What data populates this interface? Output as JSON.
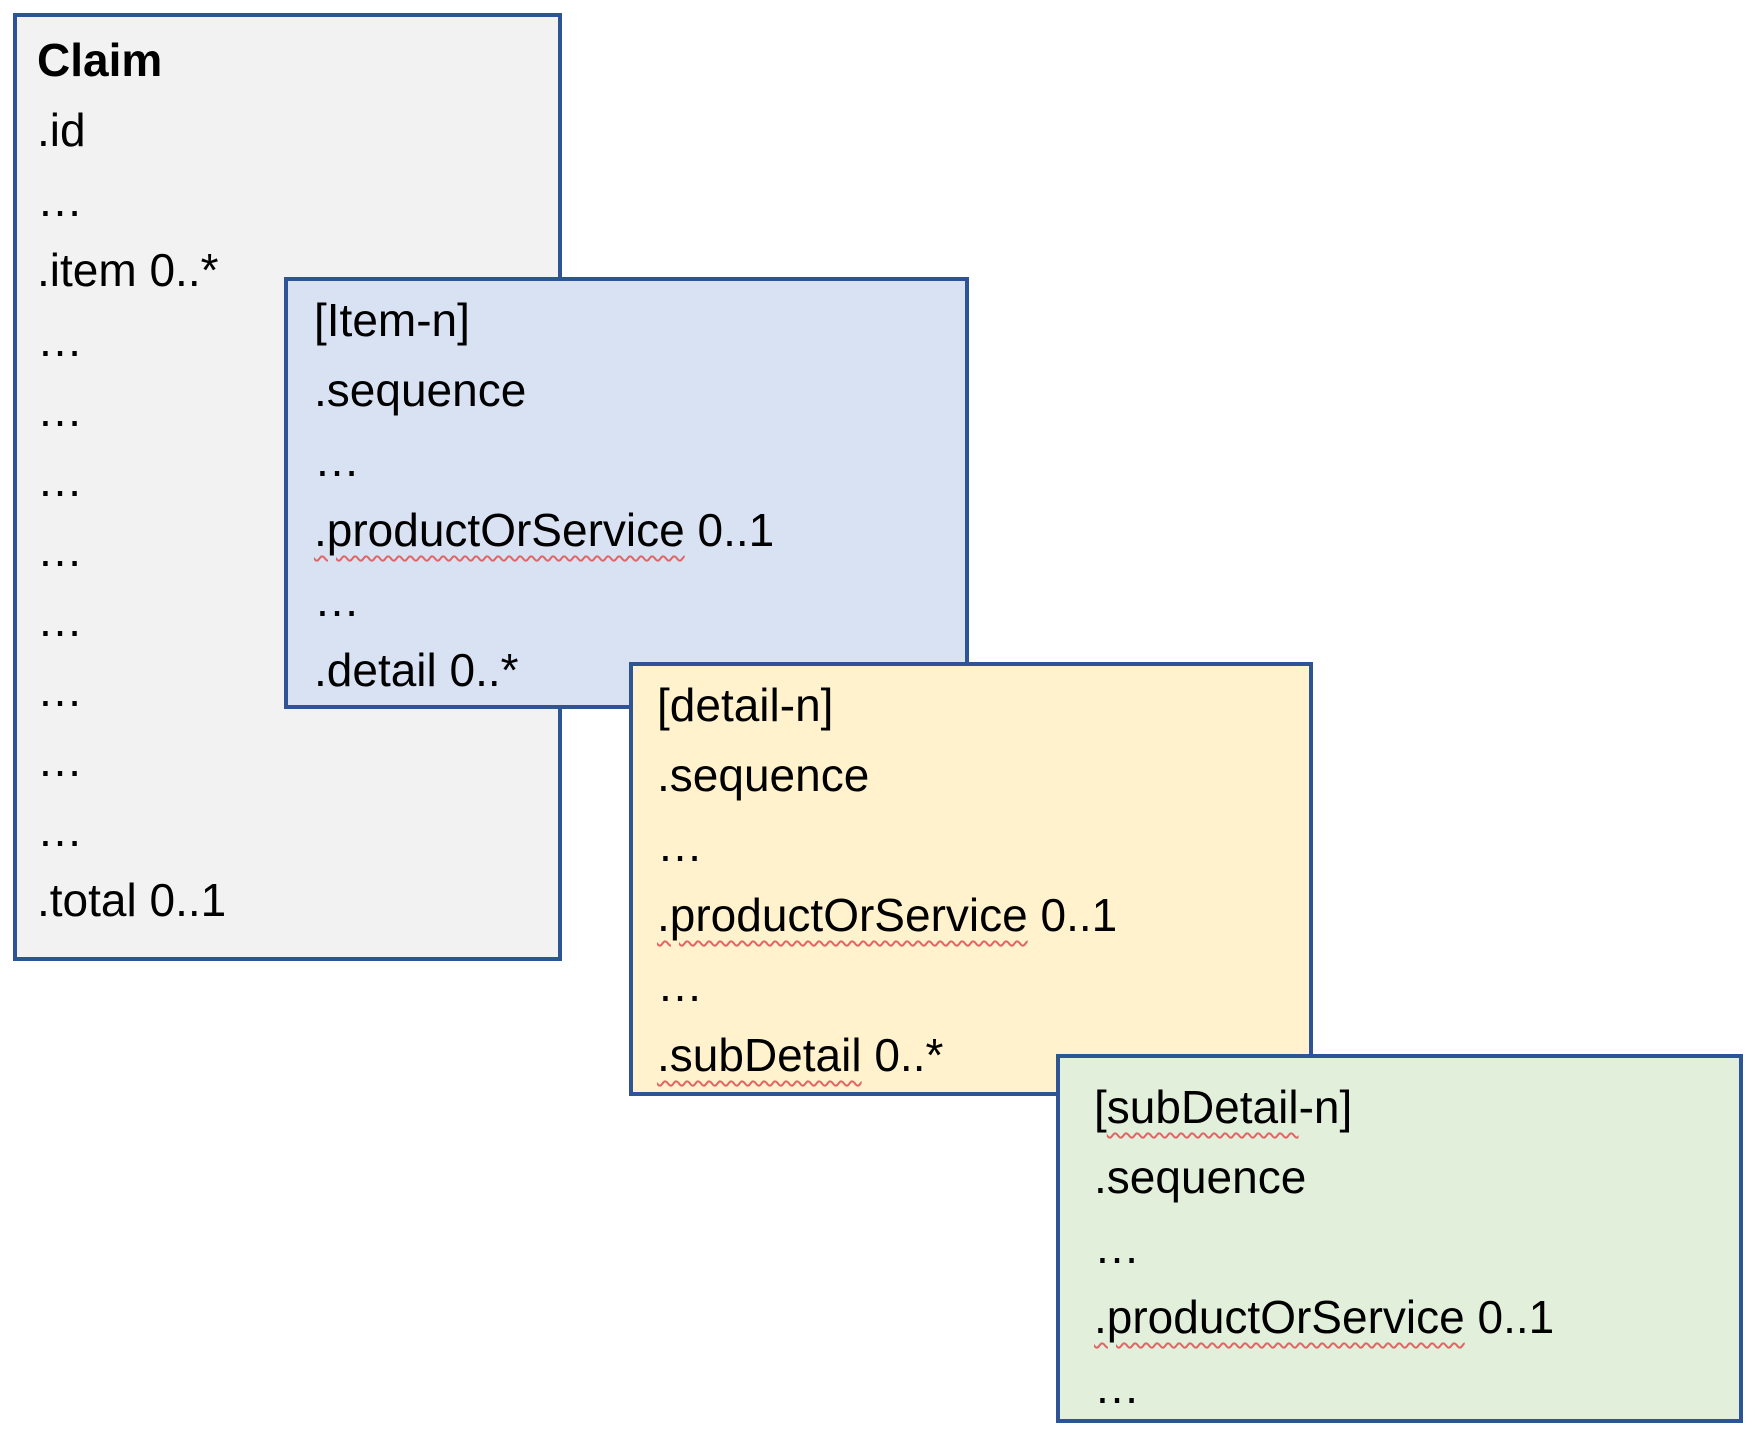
{
  "diagram": {
    "title": "Claim resource item nesting structure",
    "colors": {
      "background": "#FFFFFF",
      "border": "#2F5496",
      "text": "#000000",
      "squiggle": "#E06666",
      "claim_fill": "#F2F2F2",
      "item_fill": "#D9E2F3",
      "detail_fill": "#FFF2CC",
      "subdetail_fill": "#E2EFDA"
    },
    "boxes": {
      "claim": {
        "name": "Claim",
        "lines": [
          {
            "pre": "Claim",
            "squiggle": "",
            "post": ""
          },
          {
            "pre": ".id",
            "squiggle": "",
            "post": ""
          },
          {
            "pre": "…",
            "squiggle": "",
            "post": ""
          },
          {
            "pre": ".item 0..*",
            "squiggle": "",
            "post": ""
          },
          {
            "pre": "…",
            "squiggle": "",
            "post": ""
          },
          {
            "pre": "…",
            "squiggle": "",
            "post": ""
          },
          {
            "pre": "…",
            "squiggle": "",
            "post": ""
          },
          {
            "pre": "…",
            "squiggle": "",
            "post": ""
          },
          {
            "pre": "…",
            "squiggle": "",
            "post": ""
          },
          {
            "pre": "…",
            "squiggle": "",
            "post": ""
          },
          {
            "pre": "…",
            "squiggle": "",
            "post": ""
          },
          {
            "pre": "…",
            "squiggle": "",
            "post": ""
          },
          {
            "pre": ".total 0..1",
            "squiggle": "",
            "post": ""
          }
        ]
      },
      "item": {
        "name": "[Item-n]",
        "lines": [
          {
            "pre": "[Item-n]",
            "squiggle": "",
            "post": ""
          },
          {
            "pre": ".sequence",
            "squiggle": "",
            "post": ""
          },
          {
            "pre": "…",
            "squiggle": "",
            "post": ""
          },
          {
            "pre": "",
            "squiggle": ".productOrService",
            "post": " 0..1"
          },
          {
            "pre": "…",
            "squiggle": "",
            "post": ""
          },
          {
            "pre": ".detail 0..*",
            "squiggle": "",
            "post": ""
          }
        ]
      },
      "detail": {
        "name": "[detail-n]",
        "lines": [
          {
            "pre": "[detail-n]",
            "squiggle": "",
            "post": ""
          },
          {
            "pre": ".sequence",
            "squiggle": "",
            "post": ""
          },
          {
            "pre": "…",
            "squiggle": "",
            "post": ""
          },
          {
            "pre": "",
            "squiggle": ".productOrService",
            "post": " 0..1"
          },
          {
            "pre": "…",
            "squiggle": "",
            "post": ""
          },
          {
            "pre": "",
            "squiggle": ".subDetail",
            "post": " 0..*"
          }
        ]
      },
      "subdetail": {
        "name": "[subDetail-n]",
        "lines": [
          {
            "pre": "[",
            "squiggle": "subDetail",
            "post": "-n]"
          },
          {
            "pre": ".sequence",
            "squiggle": "",
            "post": ""
          },
          {
            "pre": "…",
            "squiggle": "",
            "post": ""
          },
          {
            "pre": "",
            "squiggle": ".productOrService",
            "post": " 0..1"
          },
          {
            "pre": "…",
            "squiggle": "",
            "post": ""
          }
        ]
      }
    }
  }
}
